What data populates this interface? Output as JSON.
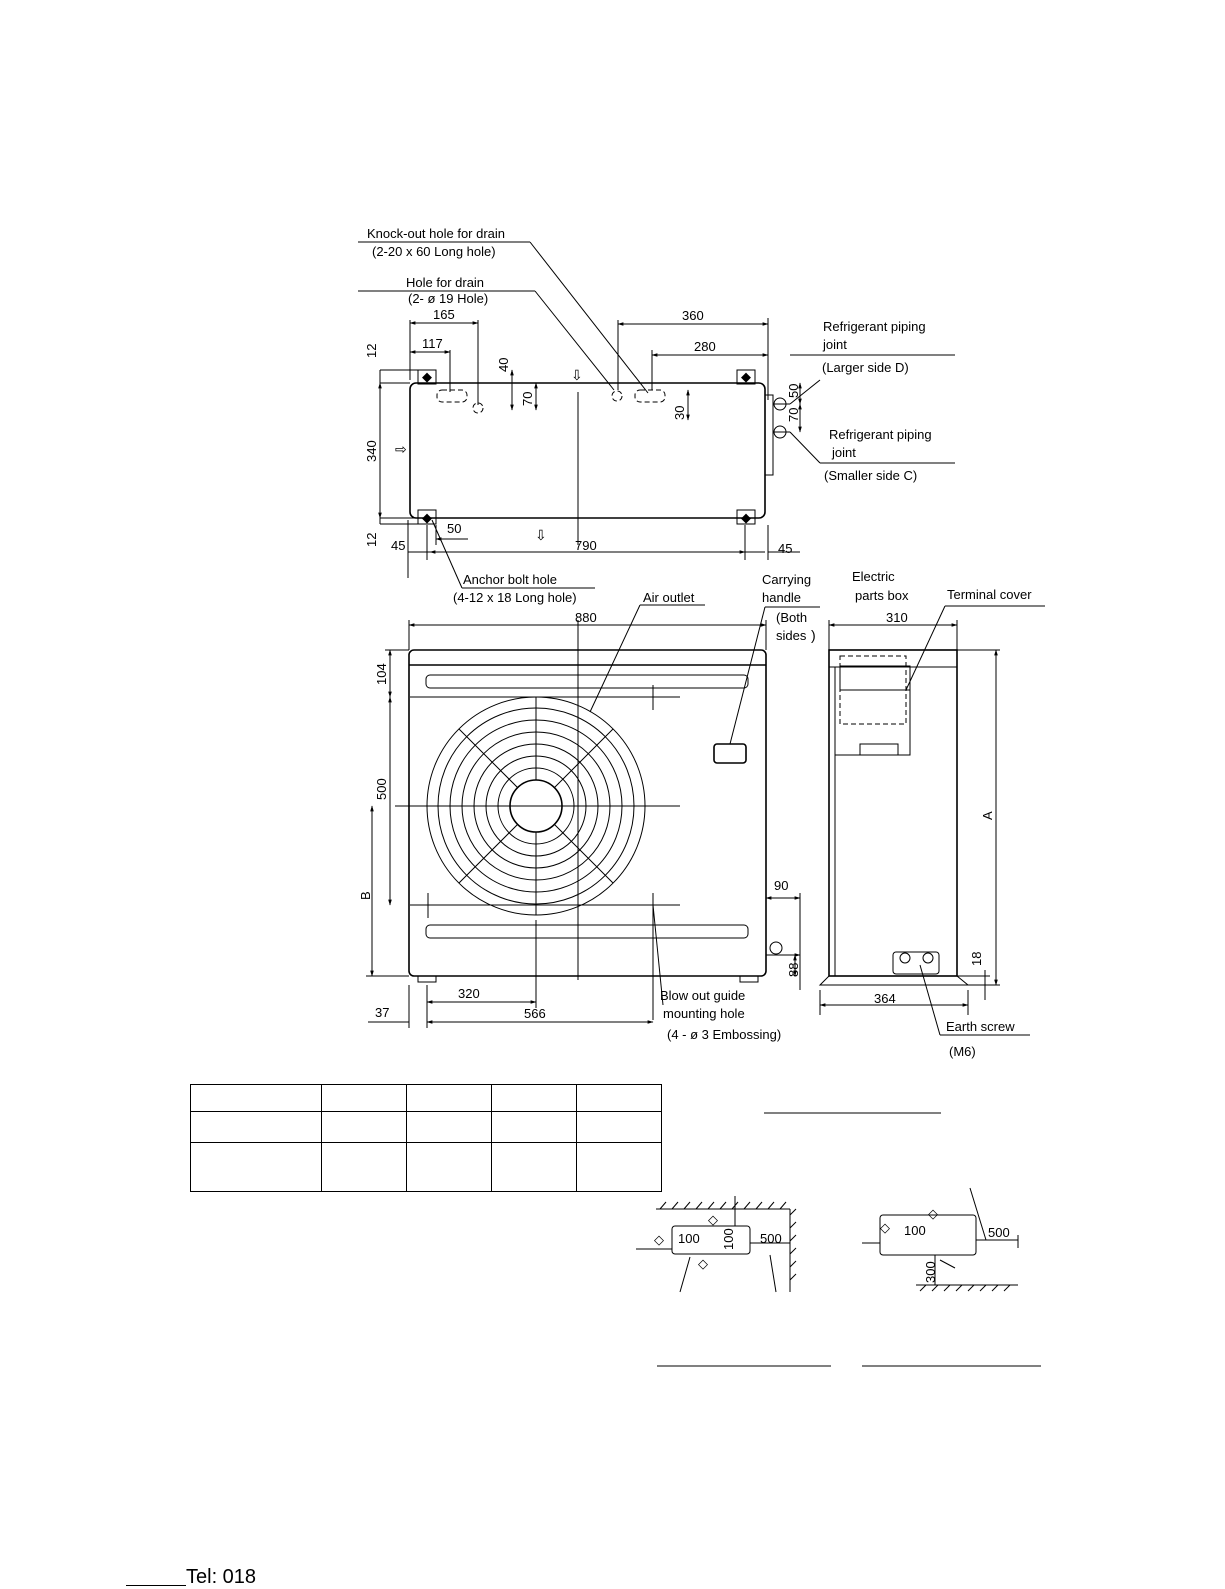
{
  "labels": {
    "knockout_title": "Knock-out hole for drain",
    "knockout_sub": "(2-20 x 60 Long hole)",
    "drain_title": "Hole for drain",
    "drain_sub": "(2- ø 19 Hole)",
    "ref_d_1": "Refrigerant piping",
    "ref_d_2": "joint",
    "ref_d_3": "(Larger side D)",
    "ref_c_1": "Refrigerant piping",
    "ref_c_2": "joint",
    "ref_c_3": "(Smaller side C)",
    "anchor_title": "Anchor bolt hole",
    "anchor_sub": "(4-12 x 18 Long hole)",
    "air_outlet": "Air outlet",
    "carrying_1": "Carrying",
    "carrying_2": "handle",
    "carrying_3": "(Both",
    "carrying_4": "sides",
    "carrying_5": ")",
    "electric_1": "Electric",
    "electric_2": "parts box",
    "terminal_cover": "Terminal cover",
    "blowout_1": "Blow out guide",
    "blowout_2": "mounting hole",
    "blowout_3": "(4 - ø 3 Embossing)",
    "earth_1": "Earth screw",
    "earth_2": "(M6)",
    "dim_a": "A",
    "dim_b": "B"
  },
  "dims": {
    "d165": "165",
    "d117": "117",
    "d12a": "12",
    "d40": "40",
    "d70a": "70",
    "d340": "340",
    "d12b": "12",
    "d45a": "45",
    "d50a": "50",
    "d790": "790",
    "d45b": "45",
    "d360": "360",
    "d280": "280",
    "d30": "30",
    "d50b": "50",
    "d70b": "70",
    "d880": "880",
    "d104": "104",
    "d500": "500",
    "d90": "90",
    "d88": "88",
    "d320": "320",
    "d37": "37",
    "d566": "566",
    "d310": "310",
    "d18": "18",
    "d364": "364"
  },
  "install": {
    "left_a": "100",
    "left_b": "100",
    "left_c": "500",
    "right_a": "100",
    "right_b": "500",
    "right_c": "300"
  },
  "table": {
    "rows": [
      [
        "",
        "",
        "",
        "",
        ""
      ],
      [
        "",
        "",
        "",
        "",
        ""
      ],
      [
        "",
        "",
        "",
        "",
        ""
      ]
    ]
  },
  "footer": {
    "tel": "Tel: 018"
  }
}
